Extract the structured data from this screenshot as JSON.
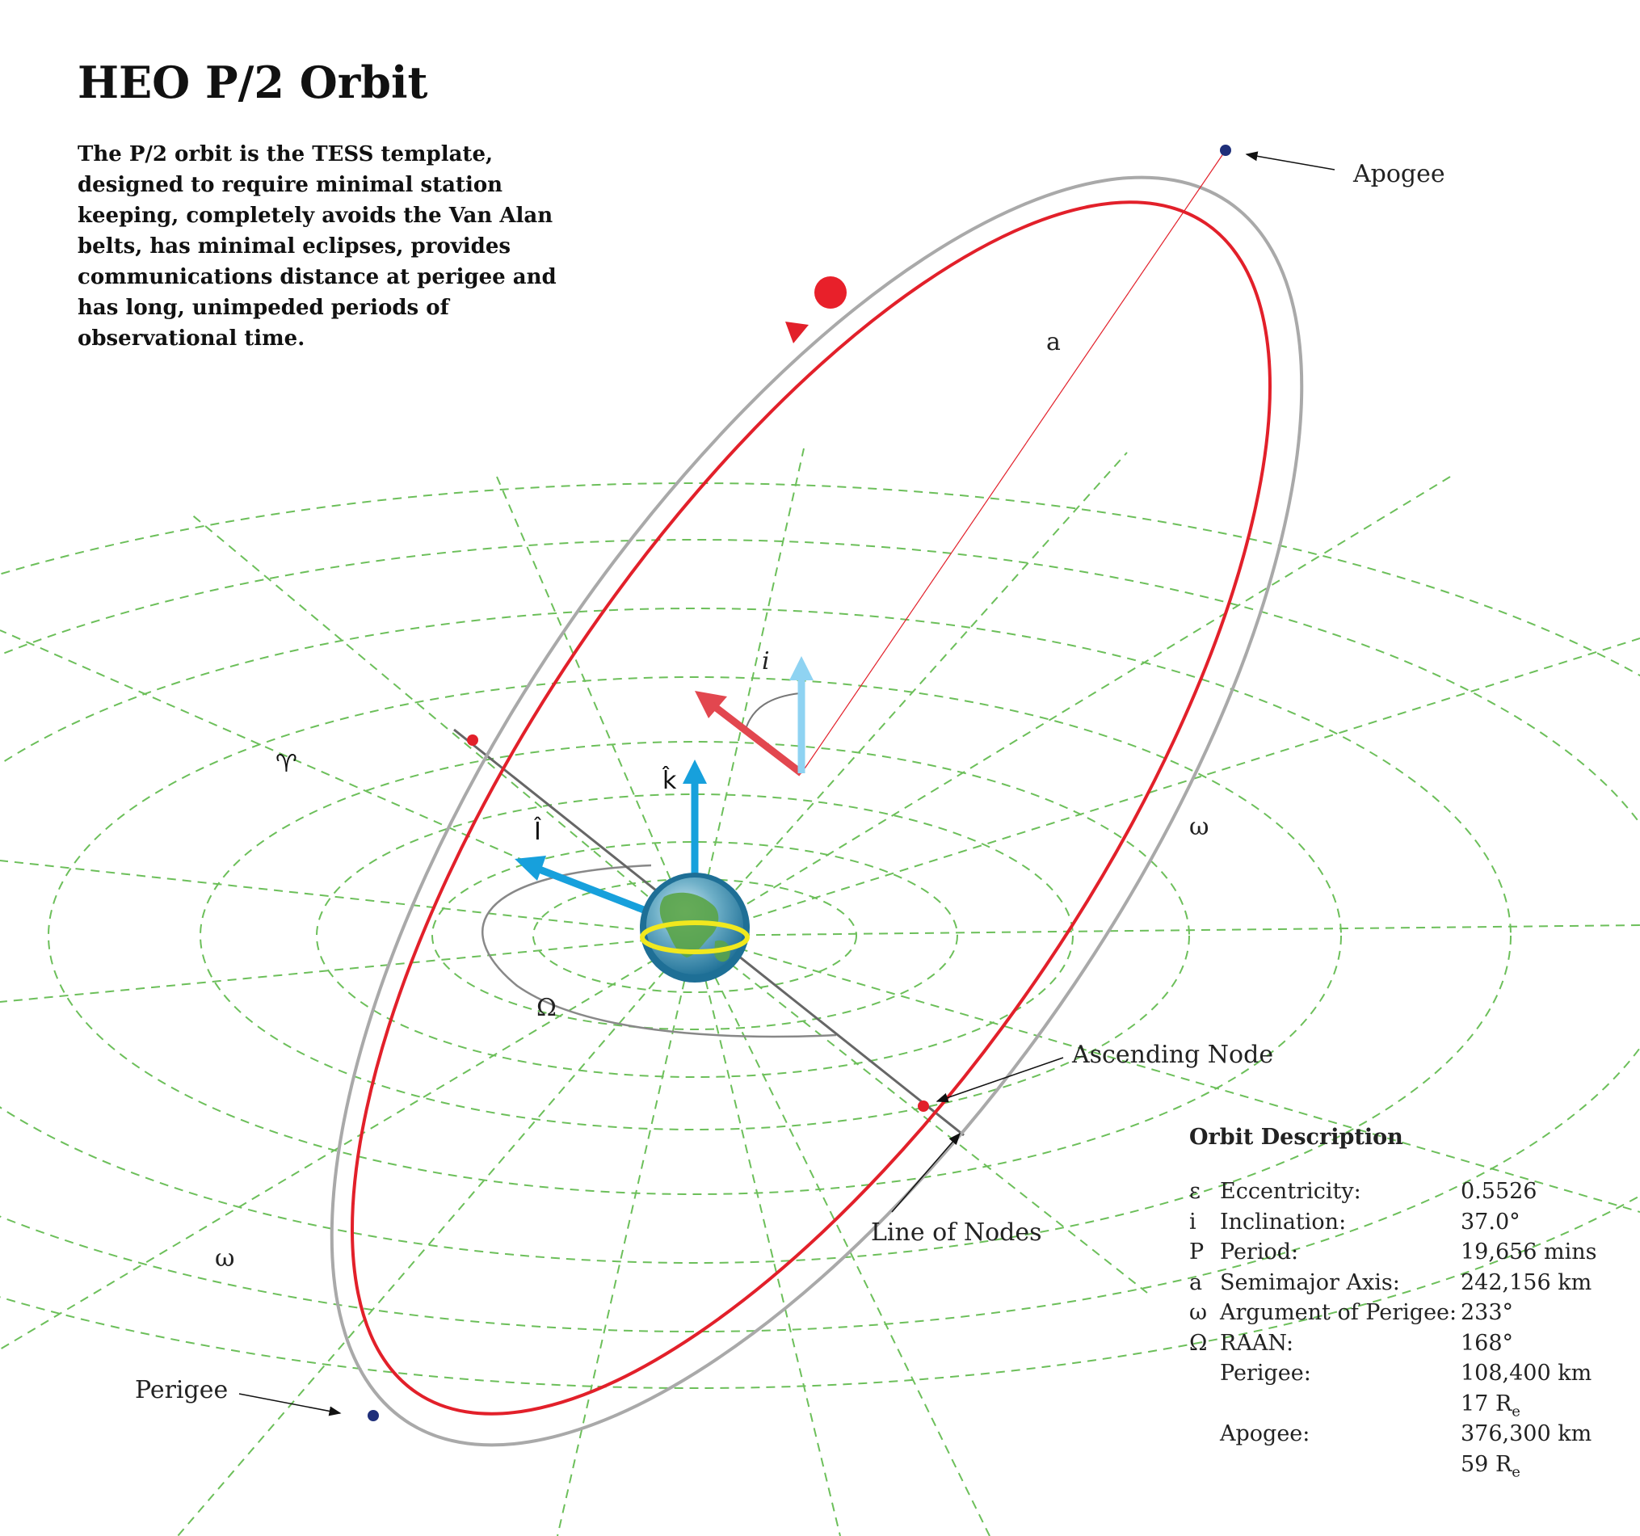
{
  "title": "HEO P/2 Orbit",
  "description": "The P/2 orbit is the TESS template, designed to require minimal station keeping, completely avoids the Van Alan belts, has minimal eclipses, provides communications distance at perigee and has long, unimpeded periods of observational time.",
  "labels": {
    "apogee": "Apogee",
    "perigee": "Perigee",
    "ascending_node": "Ascending Node",
    "line_of_nodes": "Line of Nodes",
    "semimajor": "a",
    "inclination": "i",
    "k_hat": "k̂",
    "i_hat": "Î",
    "aries": "♈",
    "raan": "Ω",
    "omega_right": "ω",
    "omega_left": "ω"
  },
  "orbit_description": {
    "heading": "Orbit Description",
    "rows": [
      {
        "symbol": "ε",
        "name": "Eccentricity:",
        "value": "0.5526"
      },
      {
        "symbol": "i",
        "name": "Inclination:",
        "value": "37.0°"
      },
      {
        "symbol": "P",
        "name": "Period:",
        "value": "19,656 mins"
      },
      {
        "symbol": "a",
        "name": "Semimajor Axis:",
        "value": "242,156 km"
      },
      {
        "symbol": "ω",
        "name": "Argument of Perigee:",
        "value": "233°"
      },
      {
        "symbol": "Ω",
        "name": "RAAN:",
        "value": "168°"
      },
      {
        "symbol": "",
        "name": "Perigee:",
        "value": "108,400 km"
      },
      {
        "symbol": "",
        "name": "",
        "value": "17 R",
        "sub": "e"
      },
      {
        "symbol": "",
        "name": "Apogee:",
        "value": "376,300 km"
      },
      {
        "symbol": "",
        "name": "",
        "value": "59 R",
        "sub": "e"
      }
    ]
  },
  "colors": {
    "orbit": "#e2202a",
    "orbit_shadow": "#a9a9a9",
    "grid": "#6cbf5a",
    "axis_blue": "#17a0dc",
    "normal_light_blue": "#8fd3f2",
    "normal_red": "#e2474f",
    "node_line": "#666666",
    "perigee_apogee_dot": "#1f2f7a",
    "equator": "#f1e81e"
  }
}
